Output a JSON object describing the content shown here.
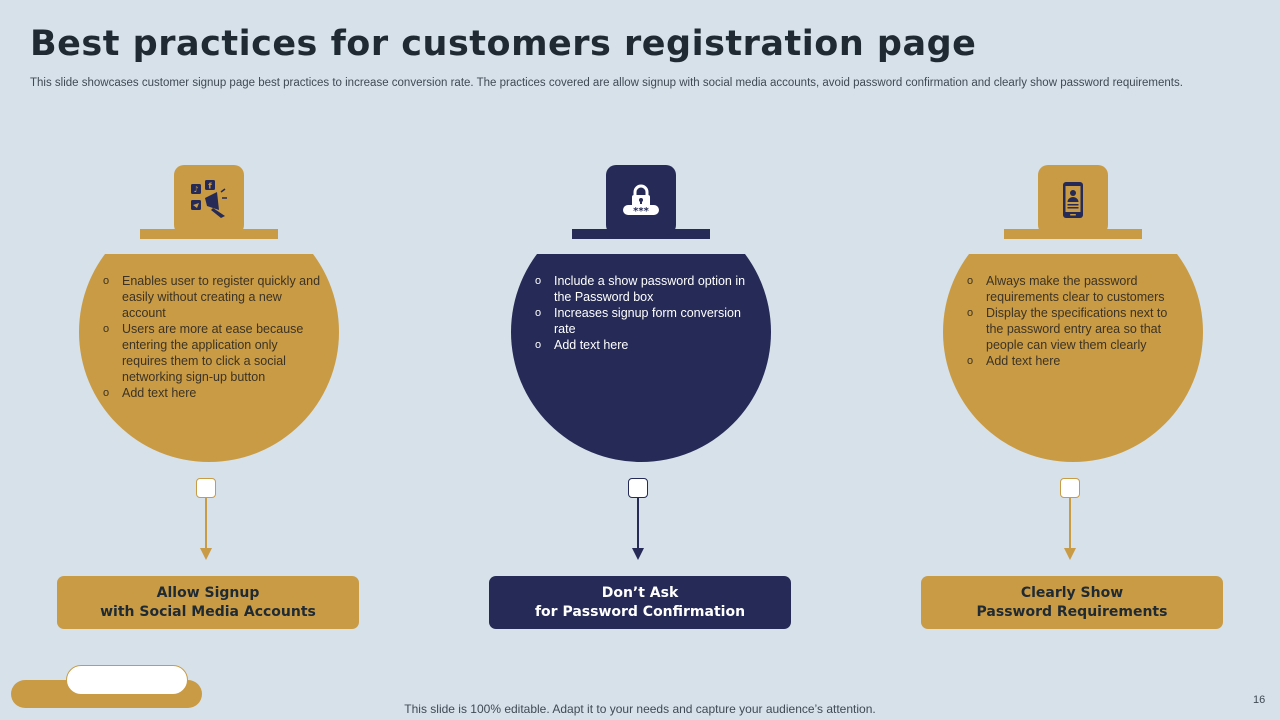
{
  "title": "Best practices for customers registration page",
  "subtitle": "This slide showcases customer signup page best practices to increase conversion rate. The practices covered are allow signup with social media accounts, avoid password confirmation and clearly show password requirements.",
  "colors": {
    "background": "#d6e1ea",
    "gold": "#c99b45",
    "navy": "#252a56"
  },
  "practices": [
    {
      "icon": "social-media-icon",
      "theme": "gold",
      "bullets": [
        "Enables user to register quickly and easily without creating a new account",
        "Users are more at ease because entering the application only requires them to click a social networking sign-up button",
        "Add text here"
      ],
      "label_line1": "Allow Signup",
      "label_line2": "with Social Media Accounts"
    },
    {
      "icon": "password-lock-icon",
      "theme": "navy",
      "bullets": [
        "Include a show password option in the Password box",
        "Increases signup form conversion  rate",
        "Add text here"
      ],
      "label_line1": "Don’t Ask",
      "label_line2": "for Password Confirmation"
    },
    {
      "icon": "mobile-profile-icon",
      "theme": "gold",
      "bullets": [
        "Always make the password requirements  clear to customers",
        "Display the specifications next to the password entry area so that people can view  them clearly",
        "Add text here"
      ],
      "label_line1": "Clearly Show",
      "label_line2": "Password Requirements"
    }
  ],
  "footer": "This slide is 100% editable. Adapt it to your needs and capture your audience’s attention.",
  "page_number": "16"
}
